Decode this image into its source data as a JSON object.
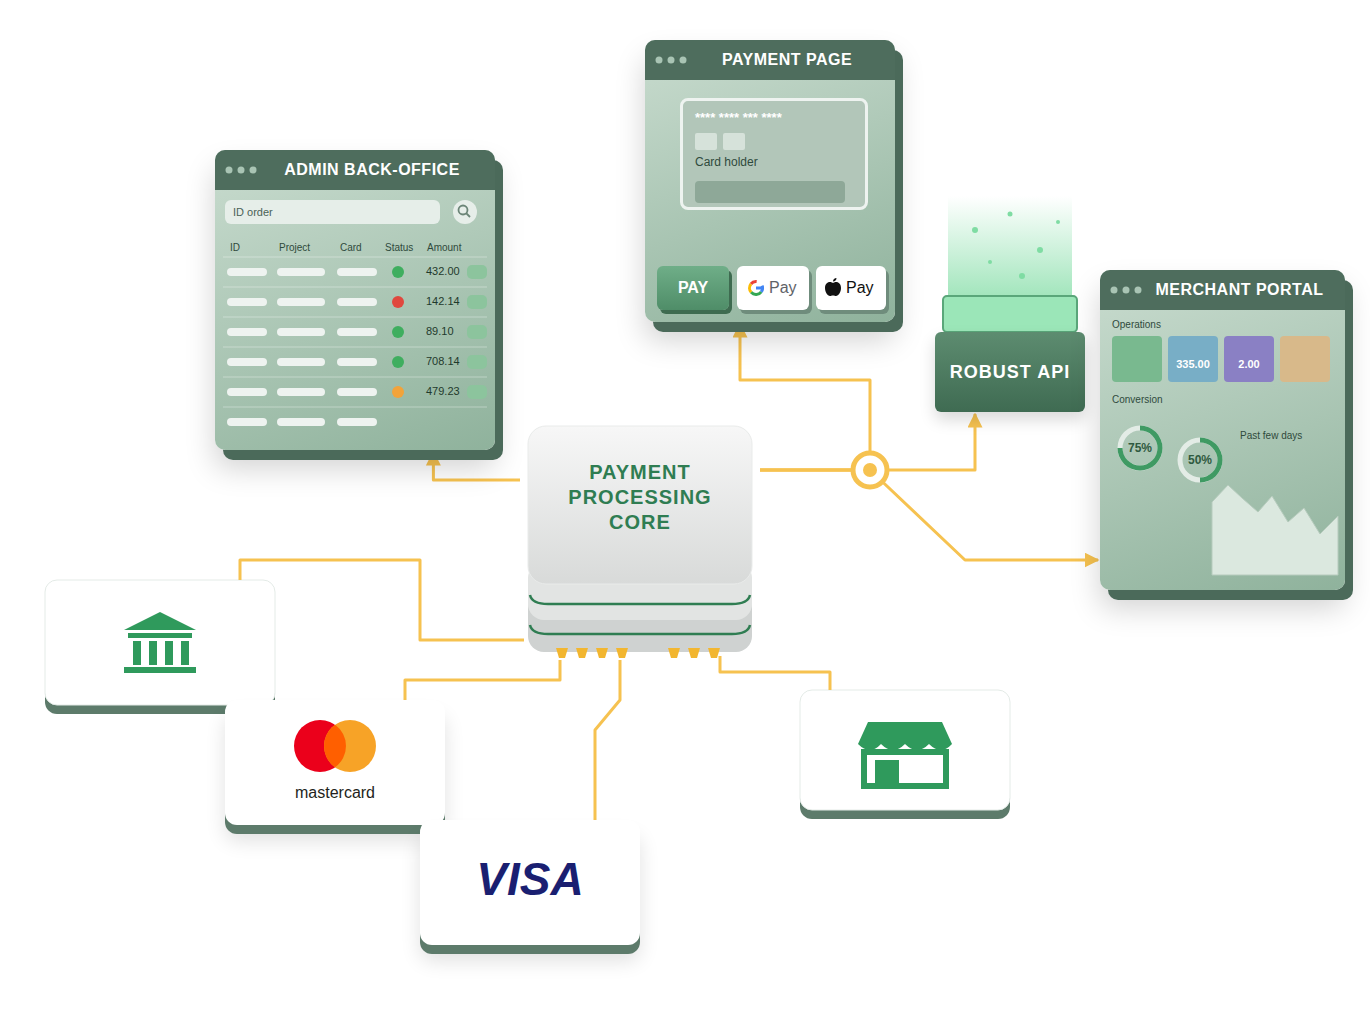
{
  "diagram": {
    "nodes": [
      {
        "text": [
          "ADMIN BACK-OFFICE"
        ]
      },
      {
        "text": [
          "PAYMENT PAGE"
        ]
      },
      {
        "text": [
          "**** **** *** ****",
          "Card holder"
        ],
        "in": 1
      },
      {
        "text": [
          "PAY"
        ],
        "in": 1
      },
      {
        "text": [
          "Pay"
        ],
        "in": 1
      },
      {
        "text": [
          "Pay"
        ],
        "in": 1
      },
      {
        "text": [
          "ROBUST API"
        ]
      },
      {
        "text": [
          "MERCHANT PORTAL"
        ]
      },
      {
        "text": [
          "335.00"
        ],
        "in": 7
      },
      {
        "text": [
          "2.00"
        ],
        "in": 7
      },
      {
        "text": [
          "PAYMENT PROCESSING CORE"
        ]
      },
      {
        "text": [
          "mastercard"
        ]
      },
      {
        "text": [
          "VISA"
        ]
      }
    ],
    "edges": [
      {
        "from": 10,
        "to": 0,
        "arrow": "to"
      },
      {
        "from": 10,
        "to": 1,
        "arrow": "to"
      },
      {
        "from": 10,
        "to": 6,
        "arrow": "to"
      },
      {
        "from": 10,
        "to": 7,
        "arrow": "to"
      },
      {
        "from": 11,
        "to": 10,
        "arrow": "none"
      },
      {
        "from": 12,
        "to": 10,
        "arrow": "none"
      }
    ],
    "labels": [
      "ID order",
      "ID",
      "Project",
      "Card",
      "Status",
      "Amount",
      "432.00",
      "142.14",
      "89.10",
      "708.14",
      "479.23",
      "Operations",
      "Conversion",
      "75%",
      "50%",
      "Past few days"
    ]
  }
}
